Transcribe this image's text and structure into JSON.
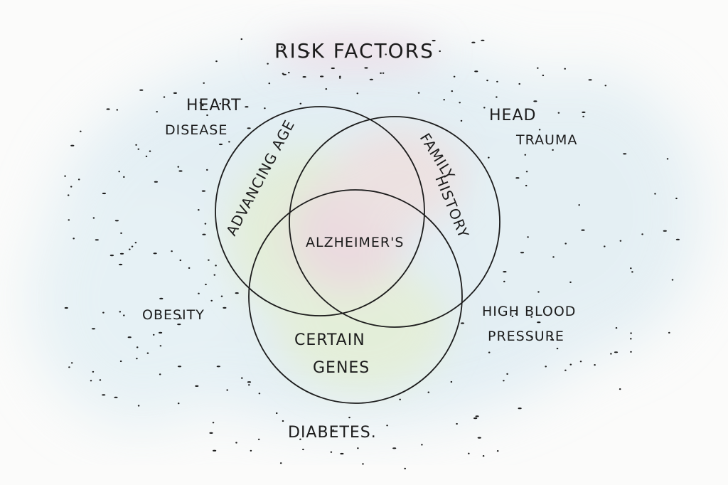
{
  "title": "RISK FACTORS",
  "circles": {
    "left": "ADVANCING AGE",
    "right_line1": "FAMILY",
    "right_line2": "HISTORY",
    "bottom_line1": "CERTAIN",
    "bottom_line2": "GENES",
    "center": "ALZHEIMER'S"
  },
  "outer_factors": {
    "heart_line1": "HEART",
    "heart_line2": "DISEASE",
    "head_line1": "HEAD",
    "head_line2": "TRAUMA",
    "obesity": "OBESITY",
    "bp_line1": "HIGH BLOOD",
    "bp_line2": "PRESSURE",
    "diabetes": "DIABETES."
  },
  "colors": {
    "wash_blue": "#cfe4ef",
    "wash_green": "#e3edc8",
    "wash_pink": "#f1cfd2",
    "ink": "#1c1c1c"
  }
}
